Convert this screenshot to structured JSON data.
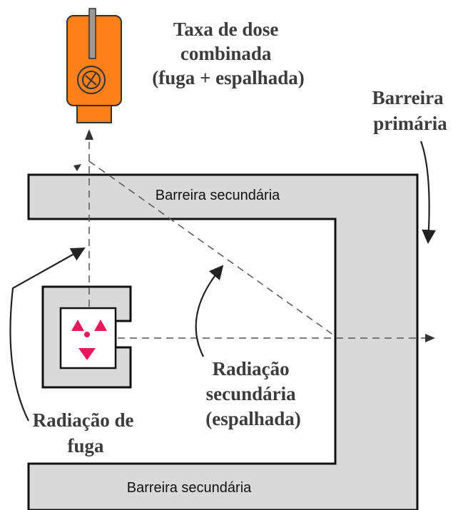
{
  "labels": {
    "dose_rate": [
      "Taxa de dose",
      "combinada",
      "(fuga + espalhada)"
    ],
    "primary_barrier": [
      "Barreira",
      "primária"
    ],
    "secondary_barrier_top": "Barreira secundária",
    "secondary_barrier_bottom": "Barreira secundária",
    "scattered_radiation": [
      "Radiação",
      "secundária",
      "(espalhada)"
    ],
    "leakage_radiation": [
      "Radiação de",
      "fuga"
    ]
  },
  "icons": {
    "radiation_source": "radiation-trefoil-icon",
    "detector": "dosimeter-icon"
  },
  "colors": {
    "barrier_fill": "#d9d9d9",
    "detector_orange": "#ff7f1a",
    "radiation_red": "#e8195a",
    "line": "#222222",
    "dashed_line": "#555555"
  }
}
